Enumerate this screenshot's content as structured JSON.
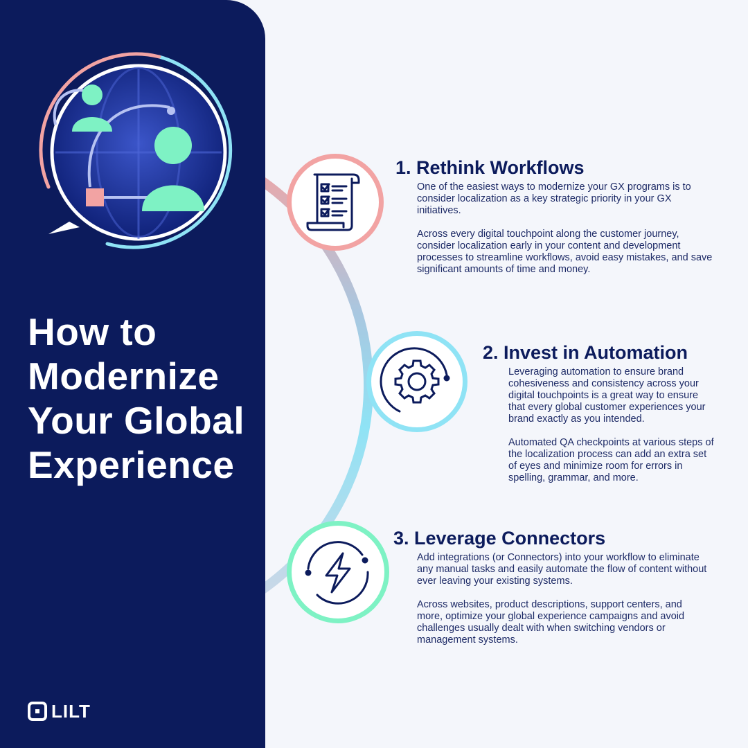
{
  "headline": "How to Modernize Your Global Experience",
  "logo_text": "LILT",
  "colors": {
    "navy": "#0c1b5c",
    "coral": "#f2a3a3",
    "cyan": "#8fe3f5",
    "mint": "#7ef2c4",
    "background": "#f4f6fb"
  },
  "steps": [
    {
      "title": "1. Rethink Workflows",
      "icon": "checklist-scroll-icon",
      "paragraphs": [
        "One of the easiest ways to modernize your GX programs is to consider localization as a key strategic priority in your GX initiatives.",
        "Across every digital touchpoint along the customer journey, consider localization early in your content and development processes to streamline workflows, avoid easy mistakes, and save significant amounts of time and money."
      ]
    },
    {
      "title": "2. Invest in Automation",
      "icon": "gear-icon",
      "paragraphs": [
        "Leveraging automation to ensure brand cohesiveness and consistency across your digital touchpoints is a great way to ensure that every global customer experiences your brand exactly as you intended.",
        "Automated QA checkpoints at various steps of the localization process can add an extra set of eyes and minimize room for errors in spelling, grammar, and more."
      ]
    },
    {
      "title": "3. Leverage Connectors",
      "icon": "lightning-bolt-icon",
      "paragraphs": [
        "Add integrations (or Connectors) into your workflow to eliminate any manual tasks and easily automate the flow of content without ever leaving your existing systems.",
        "Across websites, product descriptions, support centers, and more, optimize your global experience campaigns and avoid challenges usually dealt with when switching vendors or management systems."
      ]
    }
  ]
}
